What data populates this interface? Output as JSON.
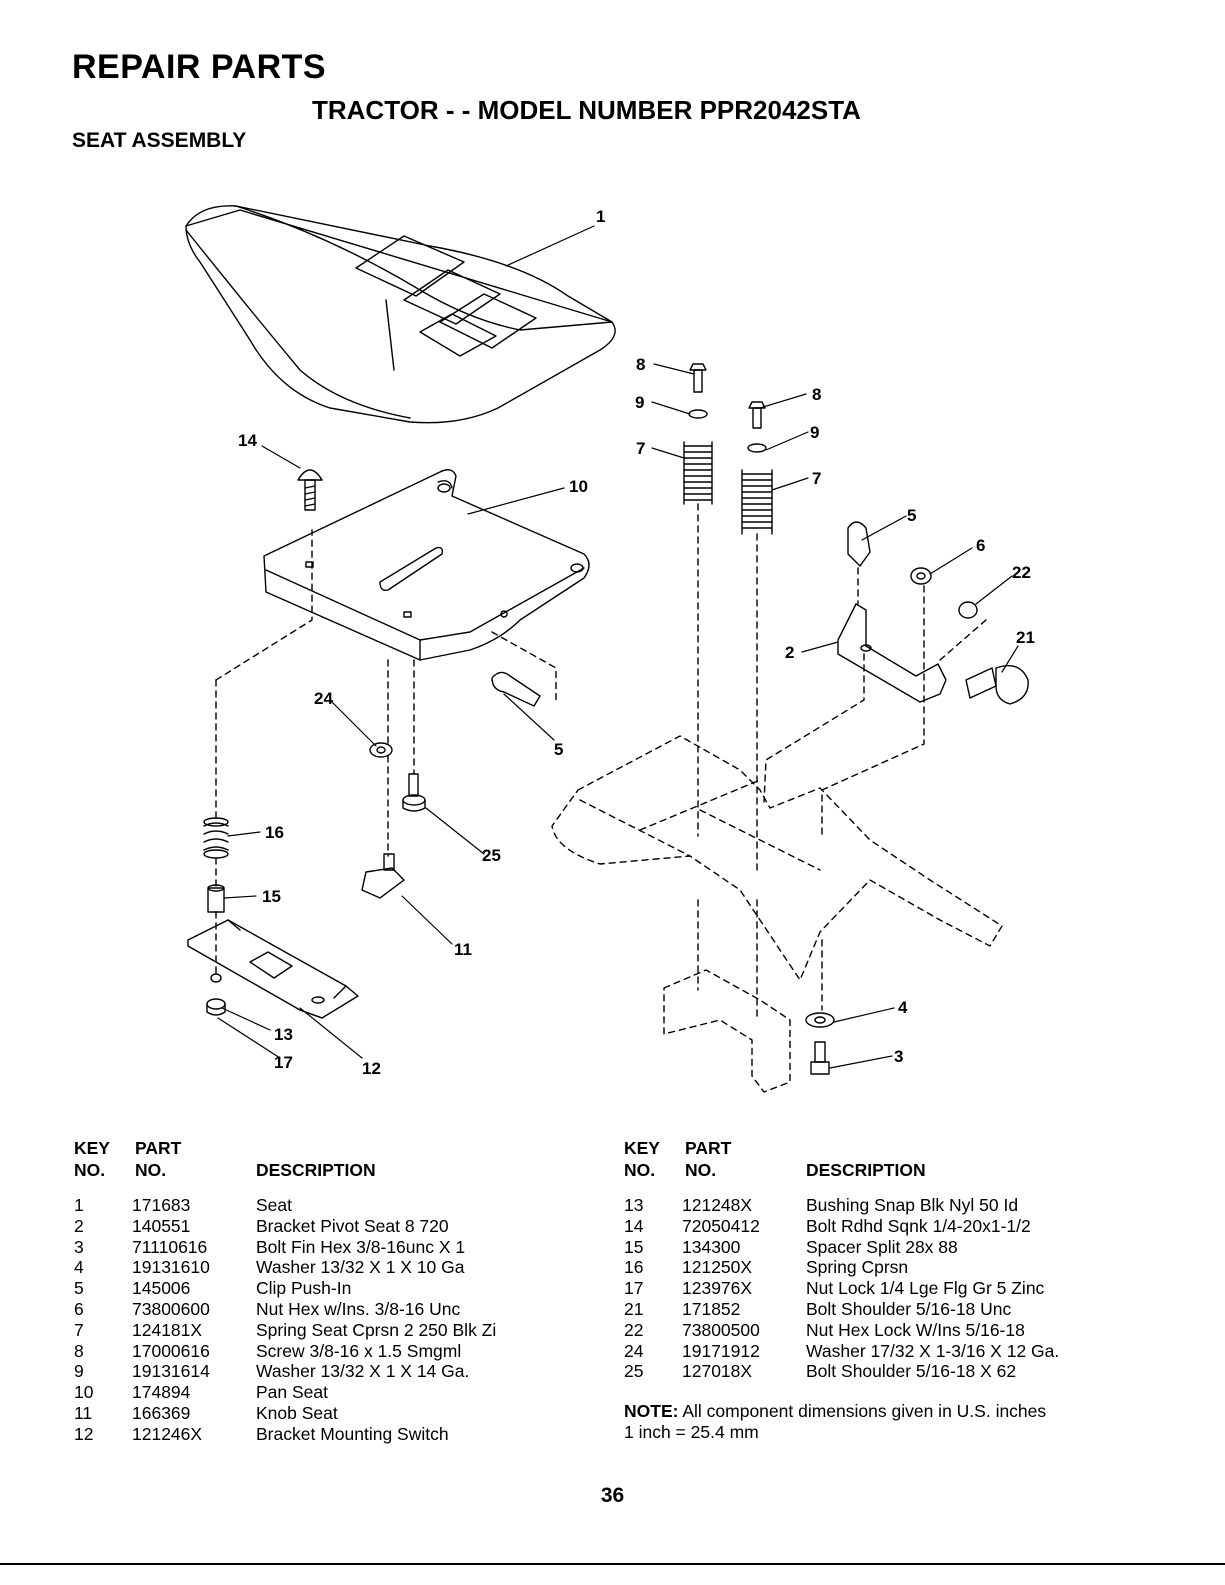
{
  "header": {
    "title": "REPAIR PARTS",
    "subtitle": "TRACTOR - - MODEL NUMBER PPR2042STA",
    "section": "SEAT ASSEMBLY"
  },
  "diagram": {
    "callouts": [
      "1",
      "8",
      "9",
      "7",
      "8",
      "9",
      "7",
      "5",
      "6",
      "22",
      "21",
      "2",
      "14",
      "10",
      "24",
      "5",
      "16",
      "25",
      "15",
      "11",
      "13",
      "17",
      "12",
      "4",
      "3"
    ]
  },
  "table_headers": {
    "key": "KEY",
    "no": "NO.",
    "part": "PART",
    "part_no": "NO.",
    "description": "DESCRIPTION"
  },
  "parts_left": [
    {
      "key": "1",
      "part": "171683",
      "desc": "Seat"
    },
    {
      "key": "2",
      "part": "140551",
      "desc": "Bracket Pivot Seat 8 720"
    },
    {
      "key": "3",
      "part": "71110616",
      "desc": "Bolt Fin Hex 3/8-16unc X 1"
    },
    {
      "key": "4",
      "part": "19131610",
      "desc": "Washer 13/32 X 1 X 10 Ga"
    },
    {
      "key": "5",
      "part": "145006",
      "desc": "Clip Push-In"
    },
    {
      "key": "6",
      "part": "73800600",
      "desc": "Nut Hex w/Ins. 3/8-16 Unc"
    },
    {
      "key": "7",
      "part": "124181X",
      "desc": "Spring Seat Cprsn 2 250 Blk Zi"
    },
    {
      "key": "8",
      "part": "17000616",
      "desc": "Screw 3/8-16 x 1.5  Smgml"
    },
    {
      "key": "9",
      "part": "19131614",
      "desc": "Washer 13/32 X 1 X 14 Ga."
    },
    {
      "key": "10",
      "part": "174894",
      "desc": "Pan Seat"
    },
    {
      "key": "11",
      "part": "166369",
      "desc": "Knob Seat"
    },
    {
      "key": "12",
      "part": "121246X",
      "desc": "Bracket Mounting Switch"
    }
  ],
  "parts_right": [
    {
      "key": "13",
      "part": "121248X",
      "desc": "Bushing Snap Blk Nyl 50 Id"
    },
    {
      "key": "14",
      "part": "72050412",
      "desc": "Bolt Rdhd Sqnk 1/4-20x1-1/2"
    },
    {
      "key": "15",
      "part": "134300",
      "desc": "Spacer Split 28x 88"
    },
    {
      "key": "16",
      "part": "121250X",
      "desc": "Spring Cprsn"
    },
    {
      "key": "17",
      "part": "123976X",
      "desc": "Nut Lock 1/4 Lge Flg Gr 5 Zinc"
    },
    {
      "key": "21",
      "part": "171852",
      "desc": "Bolt Shoulder 5/16-18 Unc"
    },
    {
      "key": "22",
      "part": "73800500",
      "desc": "Nut Hex  Lock W/Ins  5/16-18"
    },
    {
      "key": "24",
      "part": "19171912",
      "desc": "Washer 17/32 X 1-3/16 X 12 Ga."
    },
    {
      "key": "25",
      "part": "127018X",
      "desc": "Bolt Shoulder 5/16-18 X 62"
    }
  ],
  "note": {
    "label": "NOTE:",
    "text": " All component dimensions given in U.S. inches",
    "line2": "1 inch = 25.4 mm"
  },
  "page_number": "36"
}
